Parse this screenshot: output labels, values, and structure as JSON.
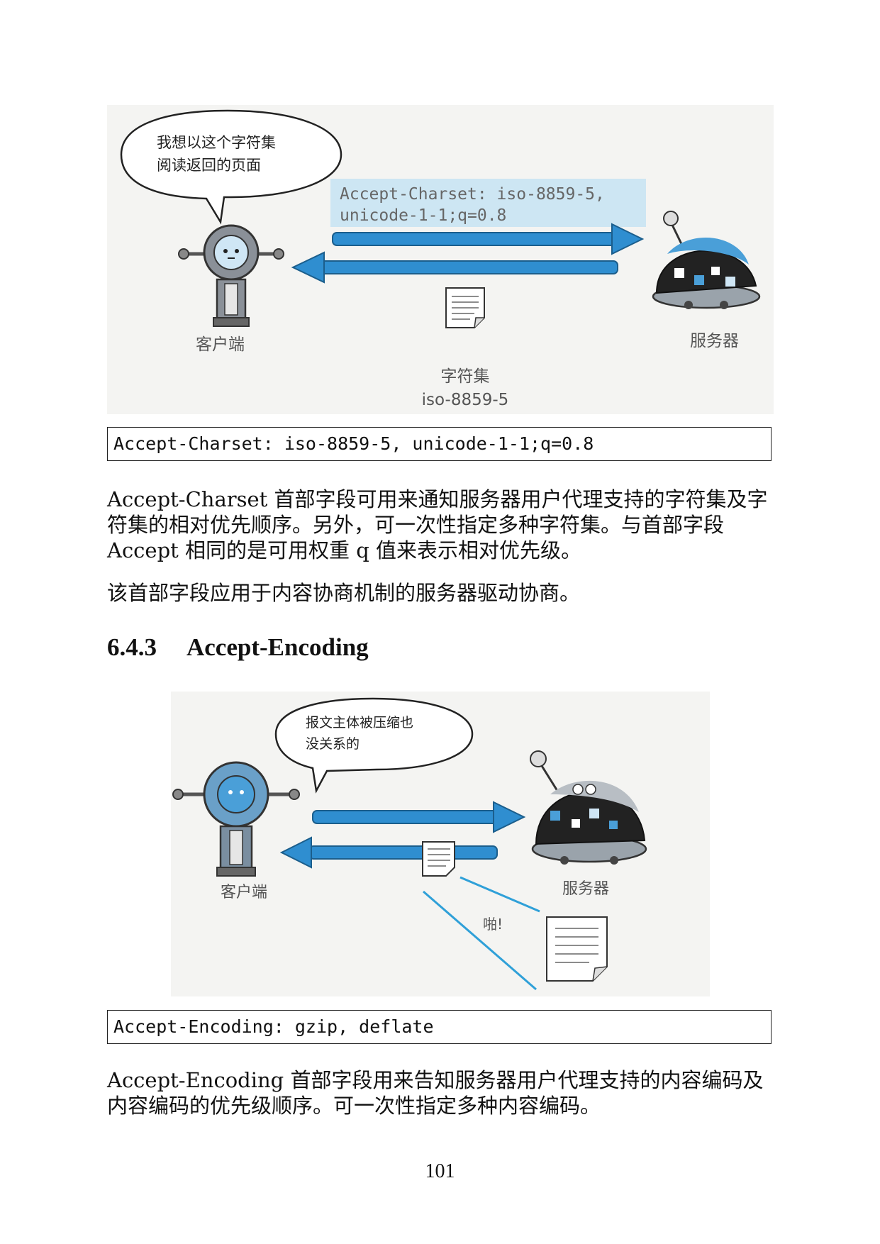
{
  "figure1": {
    "speech_line1": "我想以这个字符集",
    "speech_line2": "阅读返回的页面",
    "header_line1": "Accept-Charset: iso-8859-5,",
    "header_line2": "unicode-1-1;q=0.8",
    "client_label": "客户端",
    "server_label": "服务器",
    "doc_label1": "字符集",
    "doc_label2": "iso-8859-5"
  },
  "code1": "Accept-Charset: iso-8859-5, unicode-1-1;q=0.8",
  "para1": "Accept-Charset 首部字段可用来通知服务器用户代理支持的字符集及字符集的相对优先顺序。另外，可一次性指定多种字符集。与首部字段 Accept 相同的是可用权重 q 值来表示相对优先级。",
  "para2": "该首部字段应用于内容协商机制的服务器驱动协商。",
  "section": {
    "number": "6.4.3",
    "title": "Accept-Encoding"
  },
  "figure2": {
    "speech_line1": "报文主体被压缩也",
    "speech_line2": "没关系的",
    "client_label": "客户端",
    "server_label": "服务器",
    "pop_label": "啪!"
  },
  "code2": "Accept-Encoding: gzip, deflate",
  "para3": "Accept-Encoding 首部字段用来告知服务器用户代理支持的内容编码及内容编码的优先级顺序。可一次性指定多种内容编码。",
  "page_number": "101",
  "colors": {
    "arrow": "#2f8ed0",
    "highlight": "#cde6f3",
    "robot_blue": "#4a9fd8",
    "robot_gray": "#8a9098"
  }
}
